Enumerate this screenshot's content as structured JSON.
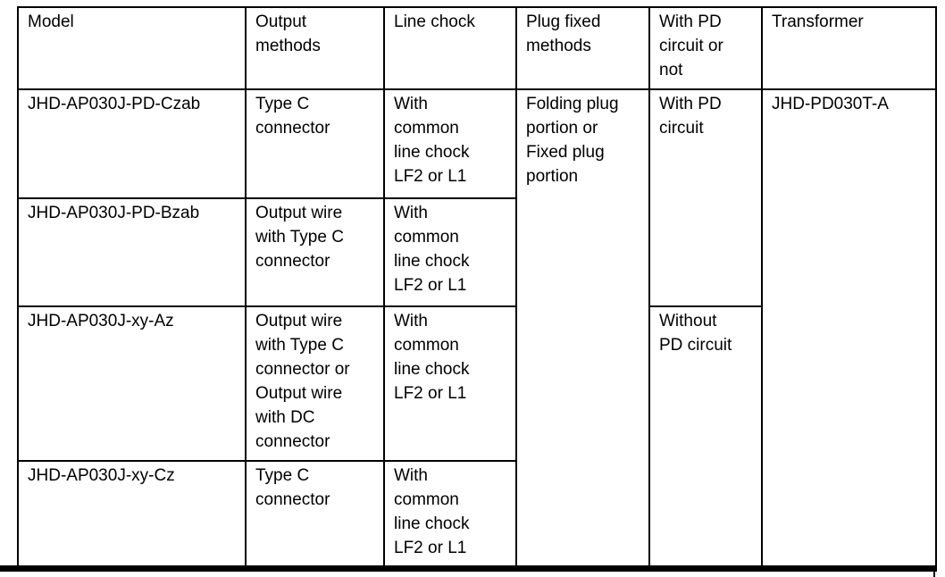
{
  "page": {
    "background_color": "#ffffff",
    "text_color": "#000000",
    "border_color": "#000000"
  },
  "table": {
    "headers": [
      "Model",
      "Output\nmethods",
      "Line chock",
      "Plug fixed\nmethods",
      "With PD\ncircuit or\nnot",
      "Transformer"
    ],
    "rows": [
      {
        "model": "JHD-AP030J-PD-Czab",
        "output_method": "Type C\nconnector",
        "line_chock": "With\ncommon\nline chock\nLF2 or L1"
      },
      {
        "model": "JHD-AP030J-PD-Bzab",
        "output_method": "Output wire\nwith Type C\nconnector",
        "line_chock": "With\ncommon\nline chock\nLF2 or L1"
      },
      {
        "model": "JHD-AP030J-xy-Az",
        "output_method": "Output wire\nwith Type C\nconnector or\nOutput wire\nwith DC\nconnector",
        "line_chock": "With\ncommon\nline chock\nLF2 or L1"
      },
      {
        "model": "JHD-AP030J-xy-Cz",
        "output_method": "Type C\nconnector",
        "line_chock": "With\ncommon\nline chock\nLF2 or L1"
      }
    ],
    "plug_fixed_methods": "Folding plug\nportion or\nFixed plug\nportion",
    "pd_groups": [
      {
        "label": "With PD\ncircuit"
      },
      {
        "label": "Without\nPD circuit"
      }
    ],
    "transformer": "JHD-PD030T-A"
  }
}
